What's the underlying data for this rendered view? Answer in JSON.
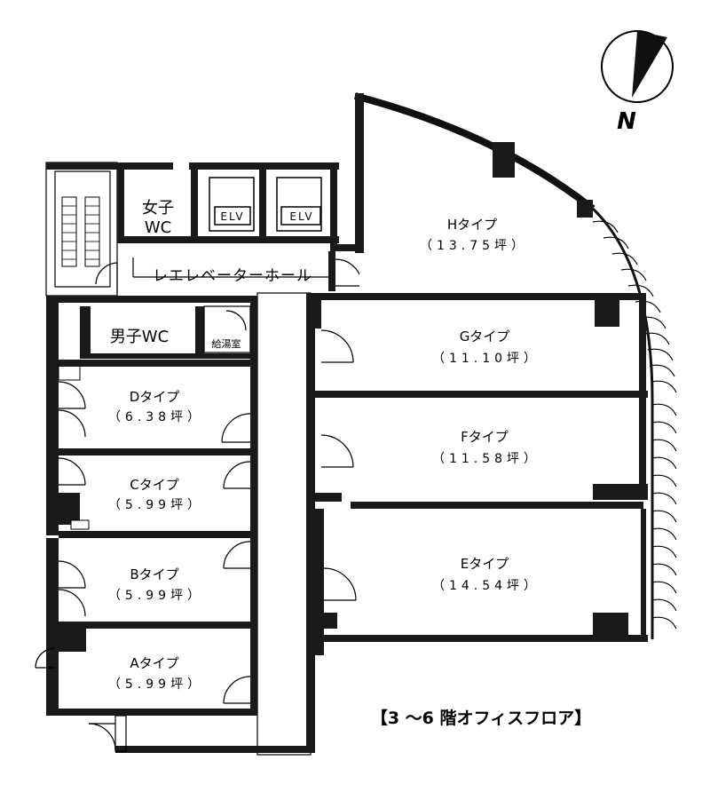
{
  "floor_title": "【3 ～6 階オフィスフロア】",
  "compass": {
    "letter": "N"
  },
  "common": {
    "elevator_hall": "レエレベーターホール",
    "women_wc_line1": "女子",
    "women_wc_line2": "WC",
    "men_wc": "男子WC",
    "kitchenette": "給湯室",
    "elevators": [
      "ELV",
      "ELV"
    ]
  },
  "units": [
    {
      "id": "h",
      "name": "Hタイプ",
      "area": "（13.75坪）"
    },
    {
      "id": "g",
      "name": "Gタイプ",
      "area": "（11.10坪）"
    },
    {
      "id": "f",
      "name": "Fタイプ",
      "area": "（11.58坪）"
    },
    {
      "id": "e",
      "name": "Eタイプ",
      "area": "（14.54坪）"
    },
    {
      "id": "d",
      "name": "Dタイプ",
      "area": "（6.38坪）"
    },
    {
      "id": "c",
      "name": "Cタイプ",
      "area": "（5.99坪）"
    },
    {
      "id": "b",
      "name": "Bタイプ",
      "area": "（5.99坪）"
    },
    {
      "id": "a",
      "name": "Aタイプ",
      "area": "（5.99坪）"
    }
  ]
}
